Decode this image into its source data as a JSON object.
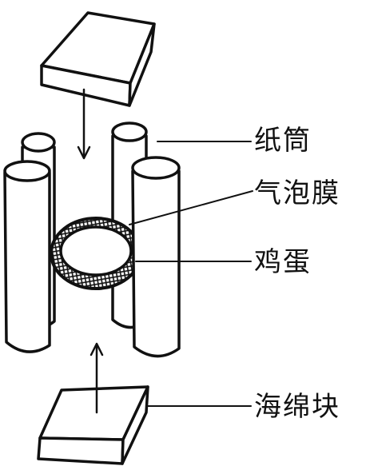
{
  "labels": {
    "paper_tube": "纸筒",
    "bubble_film": "气泡膜",
    "egg": "鸡蛋",
    "sponge_block": "海绵块"
  },
  "colors": {
    "ink": "#111111",
    "background": "#ffffff"
  }
}
